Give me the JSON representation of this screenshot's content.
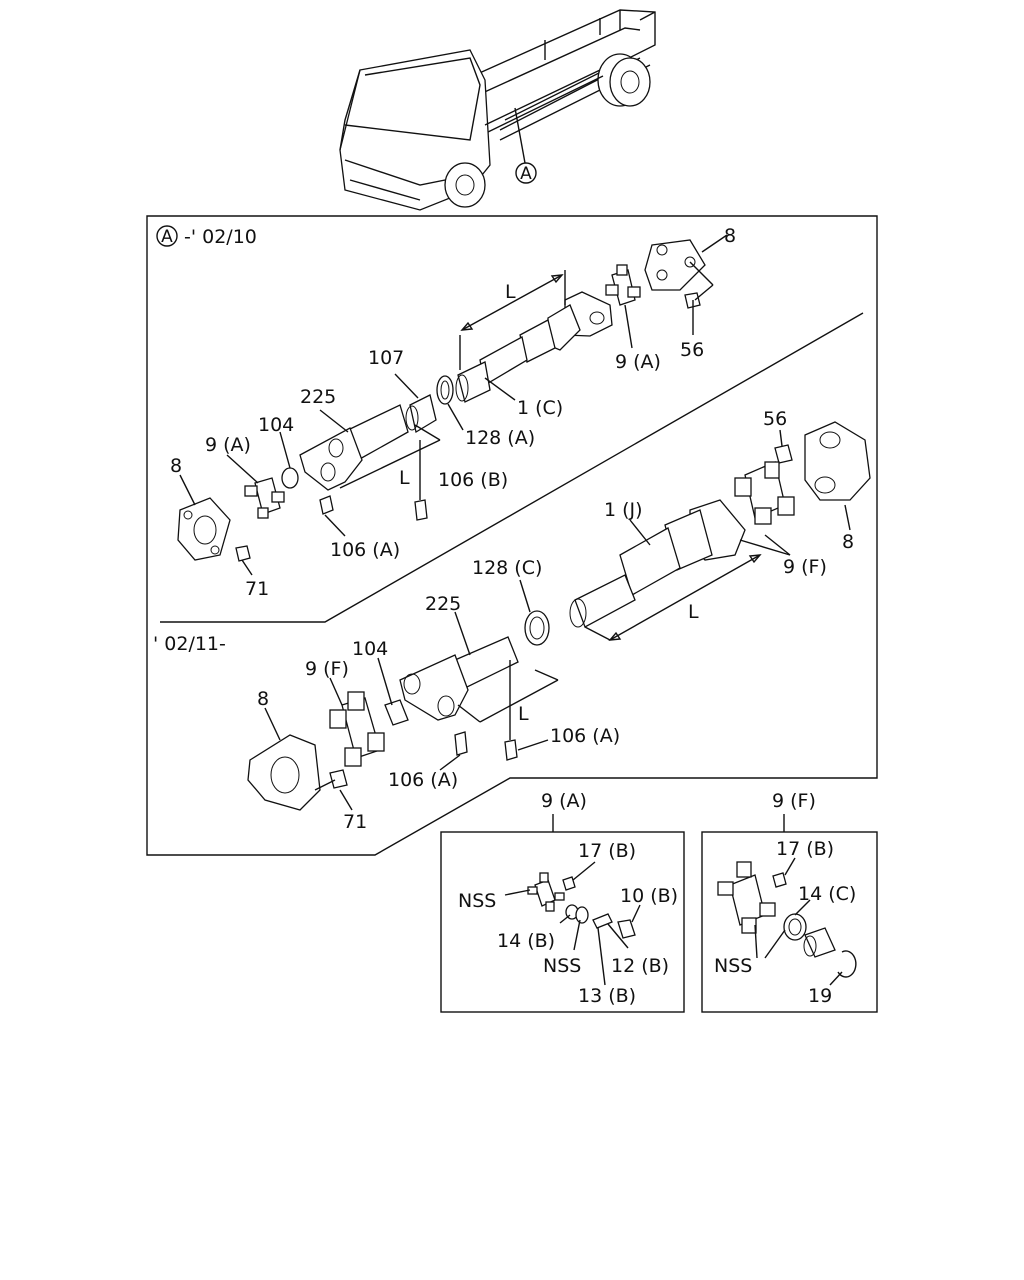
{
  "header_ref": {
    "circle": "A",
    "range": "-' 02/10"
  },
  "truck_callout": "A",
  "section_upper": {
    "labels": {
      "p8_right": "8",
      "p56_right": "56",
      "p9a_right": "9 (A)",
      "L_top": "L",
      "p1c": "1 (C)",
      "p107": "107",
      "p128a": "128 (A)",
      "p225": "225",
      "p104": "104",
      "p9a_left": "9 (A)",
      "p8_left": "8",
      "L_mid": "L",
      "p106b": "106 (B)",
      "p106a": "106 (A)",
      "p71": "71"
    }
  },
  "section_lower": {
    "range": "' 02/11-",
    "labels": {
      "p56": "56",
      "p8_right": "8",
      "p1j": "1 (J)",
      "p9f_right": "9 (F)",
      "L_right": "L",
      "p128c": "128 (C)",
      "p225": "225",
      "p104": "104",
      "p9f_left": "9 (F)",
      "p8_left": "8",
      "L_left": "L",
      "p106a_right": "106 (A)",
      "p106a_left": "106 (A)",
      "p71": "71"
    }
  },
  "inset_9a": {
    "title": "9 (A)",
    "labels": {
      "p17b": "17 (B)",
      "nss1": "NSS",
      "p10b": "10 (B)",
      "p14b": "14 (B)",
      "nss2": "NSS",
      "p12b": "12 (B)",
      "p13b": "13 (B)"
    }
  },
  "inset_9f": {
    "title": "9 (F)",
    "labels": {
      "p17b": "17 (B)",
      "p14c": "14 (C)",
      "nss": "NSS",
      "p19": "19"
    }
  }
}
